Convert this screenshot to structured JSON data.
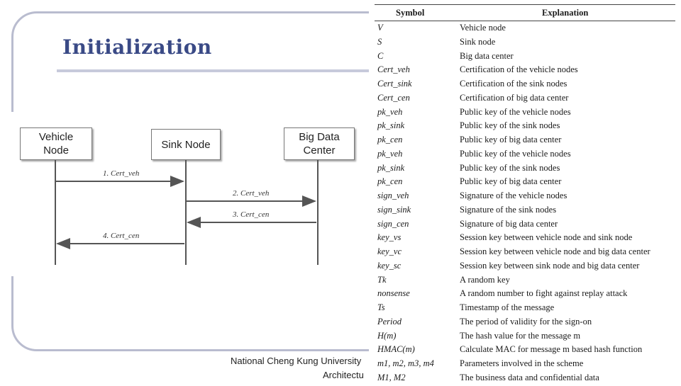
{
  "slide": {
    "title": "Initialization",
    "footer_line1": "National Cheng Kung University",
    "footer_line2": "Architectu"
  },
  "diagram": {
    "nodes": [
      {
        "label_line1": "Vehicle",
        "label_line2": "Node"
      },
      {
        "label_line1": "Sink Node",
        "label_line2": ""
      },
      {
        "label_line1": "Big Data",
        "label_line2": "Center"
      }
    ],
    "messages": [
      {
        "label": "1. Cert_veh",
        "from": "Vehicle Node",
        "to": "Sink Node"
      },
      {
        "label": "2. Cert_veh",
        "from": "Sink Node",
        "to": "Big Data Center"
      },
      {
        "label": "3. Cert_cen",
        "from": "Big Data Center",
        "to": "Sink Node"
      },
      {
        "label": "4. Cert_cen",
        "from": "Sink Node",
        "to": "Vehicle Node"
      }
    ]
  },
  "symbol_table": {
    "headers": {
      "symbol": "Symbol",
      "explanation": "Explanation"
    },
    "rows": [
      {
        "symbol": "V",
        "explanation": "Vehicle node"
      },
      {
        "symbol": "S",
        "explanation": "Sink node"
      },
      {
        "symbol": "C",
        "explanation": "Big data center"
      },
      {
        "symbol": "Cert_veh",
        "explanation": "Certification of the vehicle nodes"
      },
      {
        "symbol": "Cert_sink",
        "explanation": "Certification of the sink nodes"
      },
      {
        "symbol": "Cert_cen",
        "explanation": "Certification of big data center"
      },
      {
        "symbol": "pk_veh",
        "explanation": "Public key of the vehicle nodes"
      },
      {
        "symbol": "pk_sink",
        "explanation": "Public key of the sink nodes"
      },
      {
        "symbol": "pk_cen",
        "explanation": "Public key of big data center"
      },
      {
        "symbol": "pk_veh",
        "explanation": "Public key of the vehicle nodes"
      },
      {
        "symbol": "pk_sink",
        "explanation": "Public key of the sink nodes"
      },
      {
        "symbol": "pk_cen",
        "explanation": "Public key of big data center"
      },
      {
        "symbol": "sign_veh",
        "explanation": "Signature  of the vehicle nodes"
      },
      {
        "symbol": "sign_sink",
        "explanation": "Signature  of the sink nodes"
      },
      {
        "symbol": "sign_cen",
        "explanation": "Signature  of big data center"
      },
      {
        "symbol": "key_vs",
        "explanation": "Session key between vehicle node and sink node"
      },
      {
        "symbol": "key_vc",
        "explanation": "Session key between vehicle node and big data center"
      },
      {
        "symbol": "key_sc",
        "explanation": "Session key between sink node and big data center"
      },
      {
        "symbol": "Tk",
        "explanation": "A random key"
      },
      {
        "symbol": "nonsense",
        "explanation": "A random number to fight against replay attack"
      },
      {
        "symbol": "Ts",
        "explanation": "Timestamp of the message"
      },
      {
        "symbol": "Period",
        "explanation": "The period of validity for the sign-on"
      },
      {
        "symbol": "H(m)",
        "explanation": "The hash value for the message m"
      },
      {
        "symbol": "HMAC(m)",
        "explanation": "Calculate MAC for message m based hash function"
      },
      {
        "symbol": "m1, m2, m3, m4",
        "explanation": "Parameters involved in the scheme"
      },
      {
        "symbol": "M1, M2",
        "explanation": "The business data and confidential data"
      }
    ]
  }
}
